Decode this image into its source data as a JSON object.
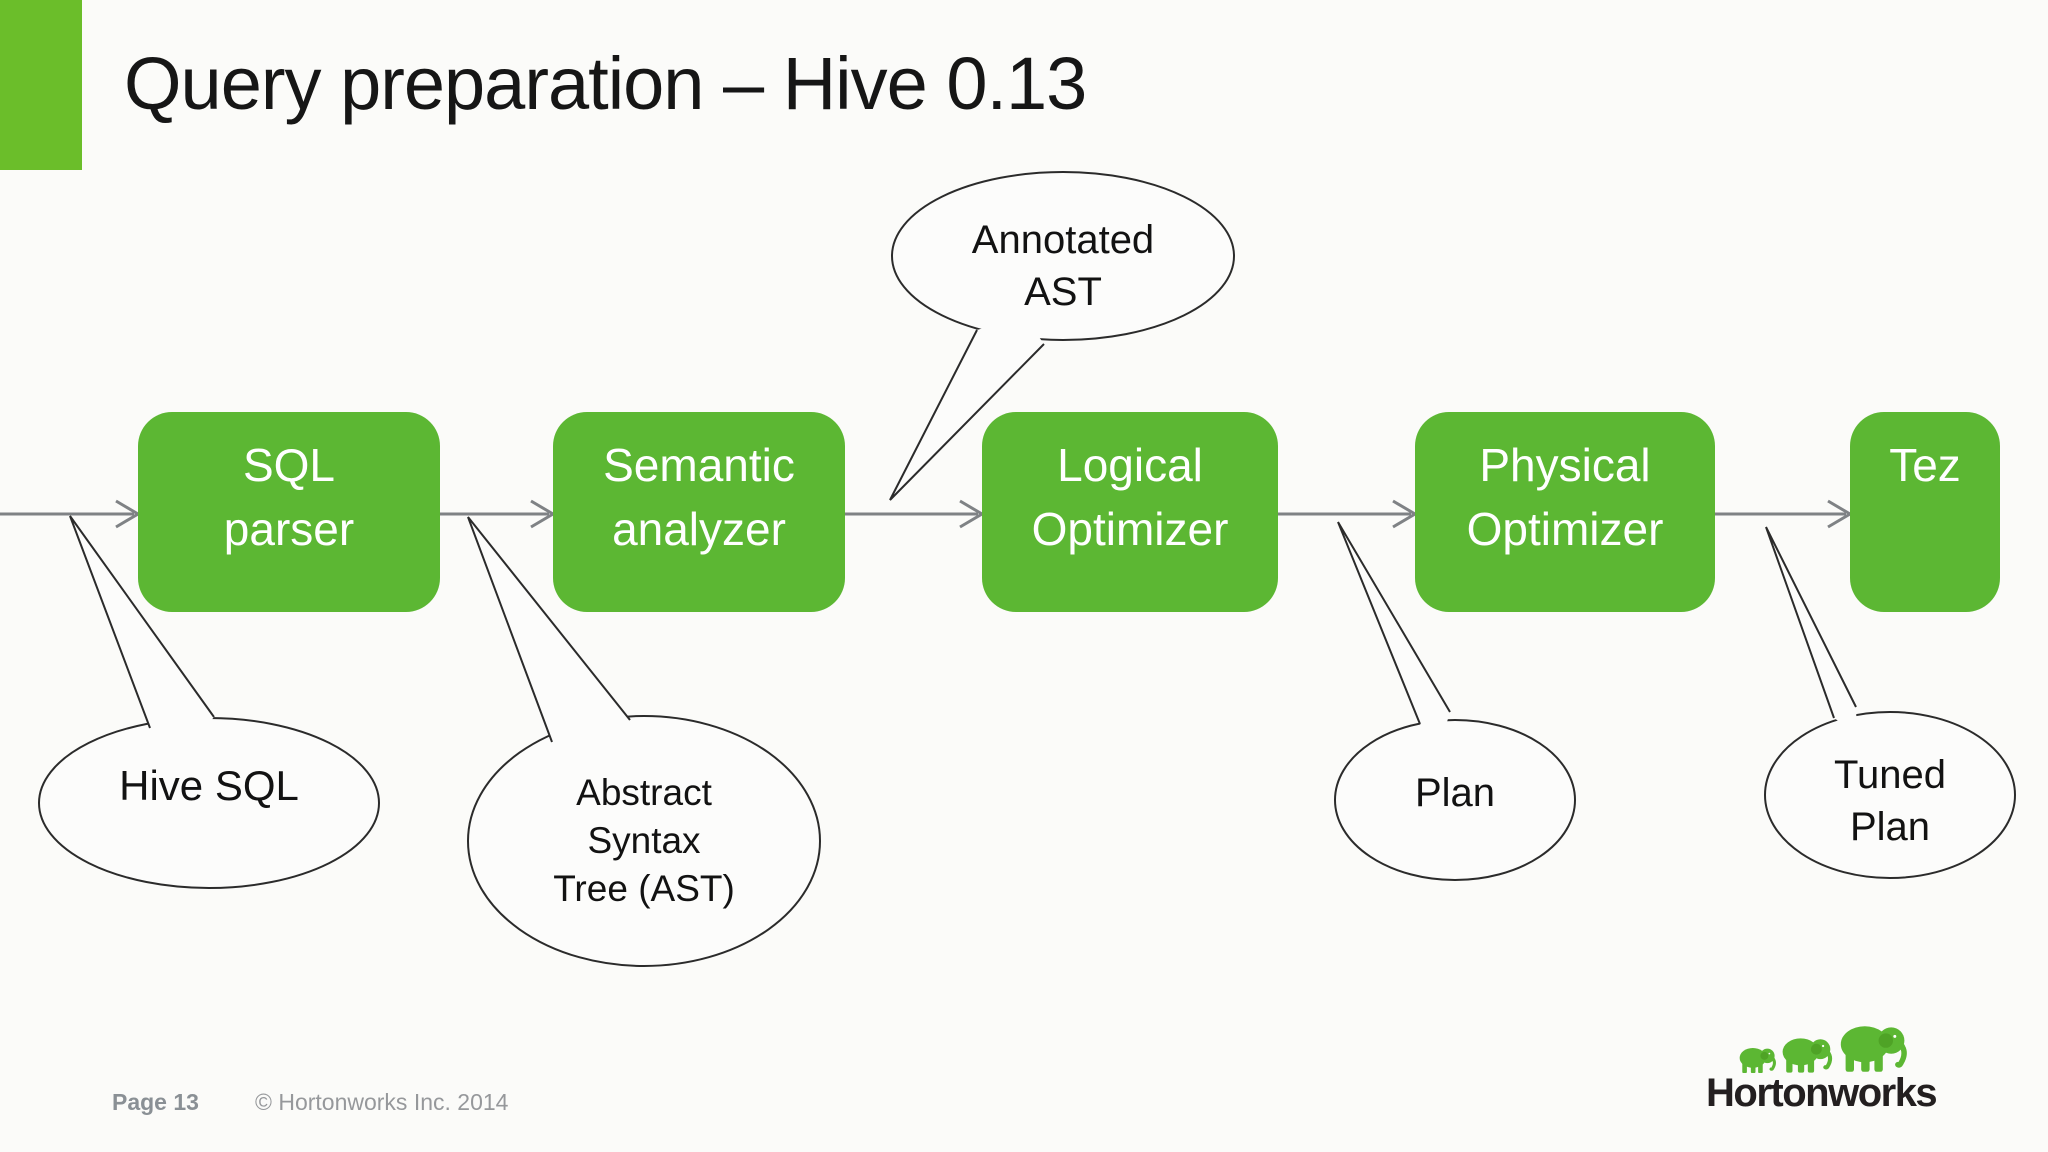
{
  "slide": {
    "title": "Query preparation – Hive 0.13",
    "footer": {
      "page_label": "Page 13",
      "copyright": "© Hortonworks Inc. 2014",
      "logo_text": "Hortonworks"
    }
  },
  "colors": {
    "bg": "#FBFBF9",
    "box-green": "#5CB733",
    "corner-green": "#6BBE2A",
    "arrow-gray": "#7F8285",
    "outline-dark": "#2B2B2B",
    "footer-gray": "#8A9095",
    "logo-text-color": "#231F20"
  },
  "diagram": {
    "nodes": [
      {
        "id": "sql-parser",
        "label": "SQL\nparser"
      },
      {
        "id": "semantic-analyzer",
        "label": "Semantic\nanalyzer"
      },
      {
        "id": "logical-optimizer",
        "label": "Logical\nOptimizer"
      },
      {
        "id": "physical-optimizer",
        "label": "Physical\nOptimizer"
      },
      {
        "id": "tez",
        "label": "Tez"
      }
    ],
    "callouts": [
      {
        "id": "hive-sql",
        "label": "Hive SQL",
        "points_to": "input arrow of SQL parser"
      },
      {
        "id": "ast",
        "label": "Abstract\nSyntax\nTree (AST)",
        "points_to": "arrow SQL parser → Semantic analyzer"
      },
      {
        "id": "annotated-ast",
        "label": "Annotated\nAST",
        "points_to": "arrow Semantic analyzer → Logical Optimizer"
      },
      {
        "id": "plan",
        "label": "Plan",
        "points_to": "arrow Logical Optimizer → Physical Optimizer"
      },
      {
        "id": "tuned-plan",
        "label": "Tuned\nPlan",
        "points_to": "arrow Physical Optimizer → Tez"
      }
    ]
  }
}
